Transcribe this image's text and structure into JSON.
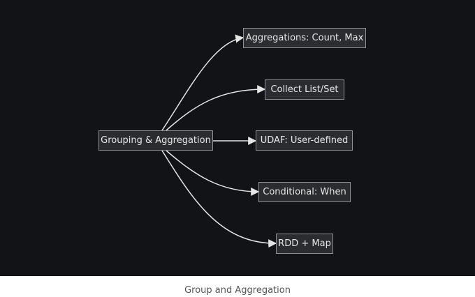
{
  "diagram": {
    "source": "Grouping & Aggregation",
    "targets": [
      "Aggregations: Count, Max",
      "Collect List/Set",
      "UDAF: User-defined",
      "Conditional: When",
      "RDD + Map"
    ],
    "colors": {
      "background": "#111317",
      "node_fill": "#2a2c30",
      "node_border": "#8d9198",
      "edge": "#e6e6e6"
    }
  },
  "caption": "Group and Aggregation"
}
